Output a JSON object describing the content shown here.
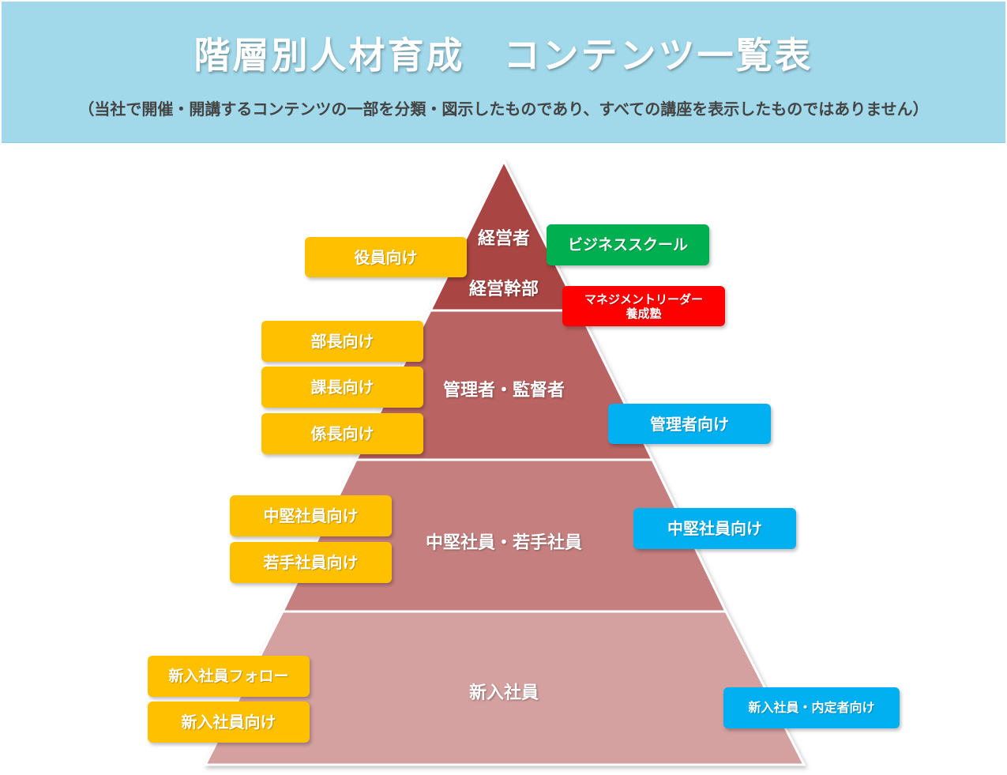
{
  "header": {
    "title": "階層別人材育成　コンテンツ一覧表",
    "subtitle": "（当社で開催・開講するコンテンツの一部を分類・図示したものであり、すべての講座を表示したものではありません）"
  },
  "pyramid": {
    "tiers": [
      {
        "label": "経営者",
        "color": "#a94442"
      },
      {
        "label": "経営幹部",
        "color": "#a94442"
      },
      {
        "label": "管理者・監督者",
        "color": "#b96362"
      },
      {
        "label": "中堅社員・若手社員",
        "color": "#c67f7f"
      },
      {
        "label": "新入社員",
        "color": "#d4a0a0"
      }
    ]
  },
  "tags": {
    "yakuin": "役員向け",
    "business_school": "ビジネススクール",
    "management_leader": "マネジメントリーダー",
    "management_leader_2": "養成塾",
    "bucho": "部長向け",
    "kacho": "課長向け",
    "kakaricho": "係長向け",
    "kanrisha": "管理者向け",
    "chuken_left": "中堅社員向け",
    "wakate": "若手社員向け",
    "chuken_right": "中堅社員向け",
    "shinnyu_follow": "新入社員フォロー",
    "shinnyu": "新入社員向け",
    "naitei": "新入社員・内定者向け"
  },
  "colors": {
    "yellow": "#ffc000",
    "blue": "#00b0f0",
    "green": "#00b050",
    "red": "#ff0000"
  }
}
